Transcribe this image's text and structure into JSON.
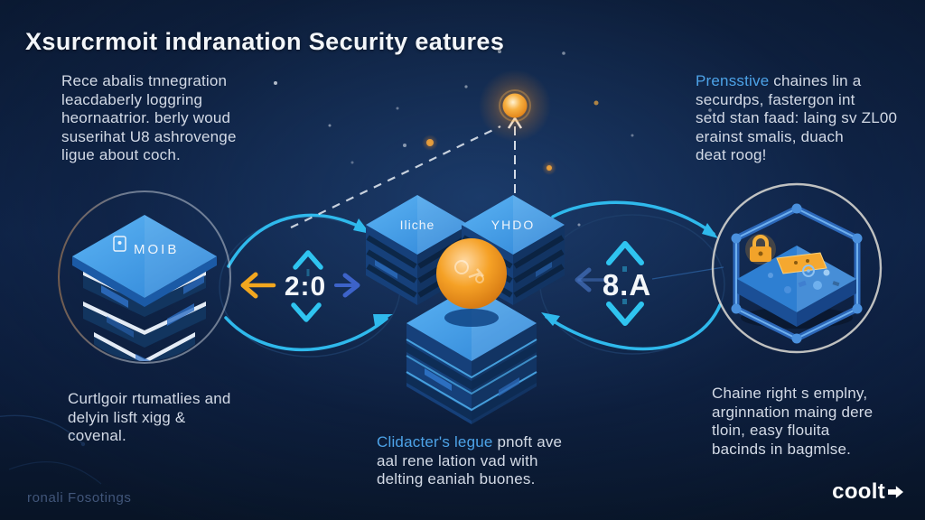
{
  "title": "Xsurcrmoit indranation Security eatures",
  "sections": {
    "top_left": {
      "lines": [
        "Rece abalis tnnegration",
        "leacdaberly loggring",
        "heornaatrior. berly woud",
        "suserihat U8 ashrovenge",
        "ligue about coch."
      ]
    },
    "top_right": {
      "lead": "Prensstive",
      "line0_rest": " chaines lin a",
      "lines": [
        "securdps, fastergon int",
        "setd stan faad: laing sv ZL00",
        "erainst smalis, duach",
        "deat roog!"
      ]
    },
    "bottom_left": {
      "lines": [
        "Curtlgoir rtumatlies and",
        "delyin lisft xigg &",
        "covenal."
      ]
    },
    "bottom_center": {
      "lead": "Clidacter's legue",
      "line0_rest": " pnoft ave",
      "lines": [
        "aal rene lation vad with",
        "delting eaniah buones."
      ]
    },
    "bottom_right": {
      "lines": [
        "Chaine right s emplny,",
        "arginnation maing dere",
        "tloin, easy flouita",
        "bacinds in bagmlse."
      ]
    }
  },
  "diagram": {
    "left_stack_label": "MOIB",
    "cube_left_label": "Iliche",
    "cube_right_label": "YHDO",
    "metric_left": "2:0",
    "metric_right": "8.A"
  },
  "footer": {
    "left_caption": "ronali Fosotings",
    "brand": "coolt"
  },
  "icons": {
    "brand_arrow": "arrow-right",
    "stack_label_chip": "chip",
    "padlock": "lock"
  },
  "colors": {
    "background": "#0d1f3c",
    "accent_cyan": "#2fc0ee",
    "accent_yellow": "#f2a71f",
    "accent_orange": "#f09a30",
    "accent_blue": "#3b82d8",
    "text_light": "#d6dde8",
    "text_blue": "#4da3e8"
  }
}
